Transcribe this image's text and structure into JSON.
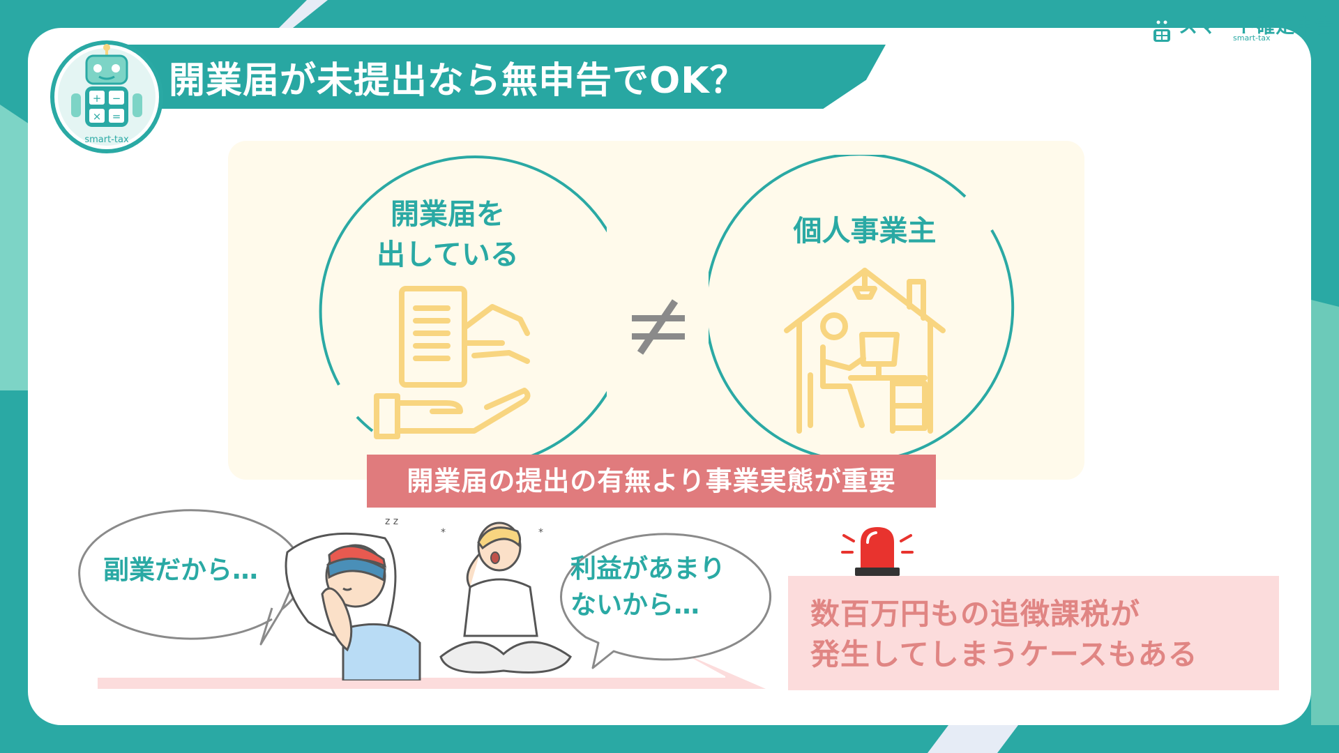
{
  "page": {
    "title": "開業届が未提出なら無申告でOK？"
  },
  "brand": {
    "name": "スマート確定申告",
    "sub": "smart-tax"
  },
  "mascot": {
    "label": "smart-tax"
  },
  "comparison": {
    "left_label_line1": "開業届を",
    "left_label_line2": "出している",
    "right_label": "個人事業主",
    "operator": "≠",
    "key_point": "開業届の提出の有無より事業実態が重要"
  },
  "excuses": {
    "left": "副業だから…",
    "right_line1": "利益があまり",
    "right_line2": "ないから…"
  },
  "warning": {
    "line1": "数百万円もの追徴課税が",
    "line2": "発生してしまうケースもある"
  },
  "colors": {
    "teal": "#2aa9a4",
    "panel_bg": "#fffaeb",
    "illustration_yellow": "#f8d580",
    "band_red": "#e07b7d",
    "warning_bg": "#fcdcdc",
    "warning_text": "#e08583",
    "siren_red": "#e8332e"
  },
  "icons": {
    "mascot": "robot-calculator-icon",
    "handover": "document-handover-icon",
    "home_office": "home-office-icon",
    "siren": "siren-icon"
  }
}
